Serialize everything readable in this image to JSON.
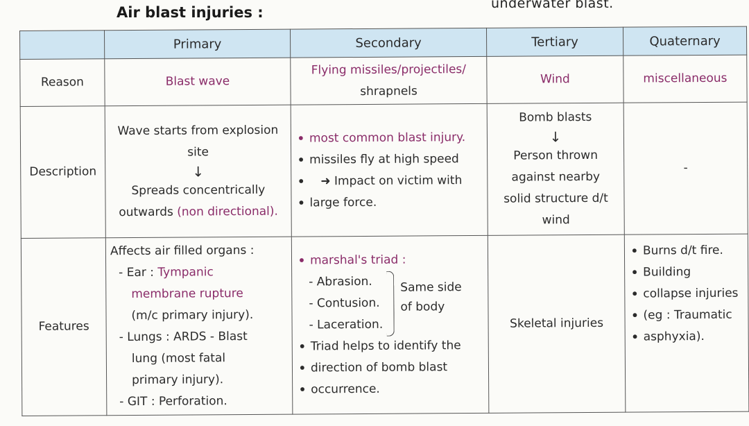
{
  "top_note": "underwater blast.",
  "title": "Air blast injuries :",
  "table": {
    "headers": [
      "Primary",
      "Secondary",
      "Tertiary",
      "Quaternary"
    ],
    "reason": {
      "label": "Reason",
      "primary": "Blast wave",
      "secondary_1": "Flying missiles/projectiles/",
      "secondary_2": "shrapnels",
      "tertiary": "Wind",
      "quaternary": "miscellaneous"
    },
    "description": {
      "label": "Description",
      "primary_1": "Wave starts from explosion",
      "primary_2": "site",
      "primary_3": "Spreads concentrically",
      "primary_4a": "outwards",
      "primary_4b": "(non directional).",
      "secondary_1": "most common blast injury.",
      "secondary_2": "missiles fly at high speed",
      "secondary_3": "Impact on victim with",
      "secondary_4": "large force.",
      "tertiary_1": "Bomb blasts",
      "tertiary_2": "Person thrown",
      "tertiary_3": "against nearby",
      "tertiary_4": "solid structure d/t",
      "tertiary_5": "wind",
      "quaternary": "-"
    },
    "features": {
      "label": "Features",
      "primary_head": "Affects air filled organs :",
      "primary_ear_a": "- Ear :",
      "primary_ear_b": "Tympanic",
      "primary_ear_c": "membrane rupture",
      "primary_ear_d": "(m/c primary injury).",
      "primary_lungs_a": "- Lungs : ARDS - Blast",
      "primary_lungs_b": "lung (most fatal",
      "primary_lungs_c": "primary injury).",
      "primary_git": "- GIT : Perforation.",
      "secondary_triad": "marshal's triad :",
      "secondary_abrasion": "- Abrasion.",
      "secondary_contusion": "- Contusion.",
      "secondary_laceration": "- Laceration.",
      "secondary_same_1": "Same side",
      "secondary_same_2": "of body",
      "secondary_help_1": "Triad helps to identify the",
      "secondary_help_2": "direction of bomb blast",
      "secondary_help_3": "occurrence.",
      "tertiary": "Skeletal injuries",
      "quaternary_1": "Burns d/t fire.",
      "quaternary_2a": "Building",
      "quaternary_2b": "collapse injuries",
      "quaternary_2c": "(eg : Traumatic",
      "quaternary_2d": "asphyxia)."
    }
  },
  "colors": {
    "header_bg": "#cfe5f2",
    "accent": "#8a2c69"
  }
}
